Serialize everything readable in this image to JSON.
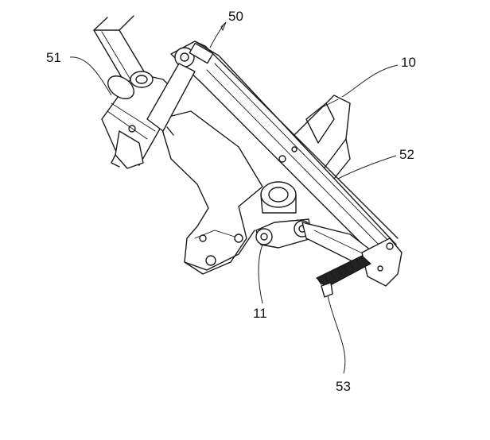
{
  "labels": {
    "l50": "50",
    "l51": "51",
    "l10": "10",
    "l52": "52",
    "l11": "11",
    "l53": "53"
  }
}
